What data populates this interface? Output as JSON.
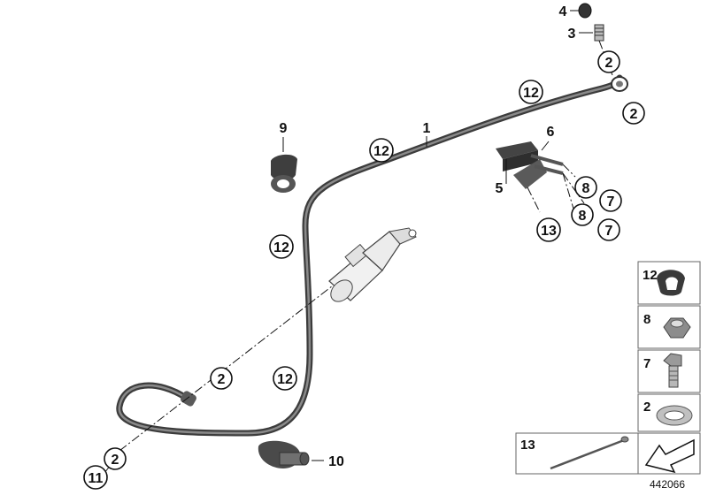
{
  "callouts": {
    "c1": "1",
    "c2a": "2",
    "c2b": "2",
    "c2c": "2",
    "c2d": "2",
    "c3": "3",
    "c4": "4",
    "c5": "5",
    "c6": "6",
    "c7a": "7",
    "c7b": "7",
    "c8a": "8",
    "c8b": "8",
    "c9": "9",
    "c10": "10",
    "c11": "11",
    "c12a": "12",
    "c12b": "12",
    "c12c": "12",
    "c12d": "12",
    "c13": "13"
  },
  "legend": {
    "item12": "12",
    "item8": "8",
    "item7": "7",
    "item2": "2",
    "item13": "13"
  },
  "reference_number": "442066"
}
